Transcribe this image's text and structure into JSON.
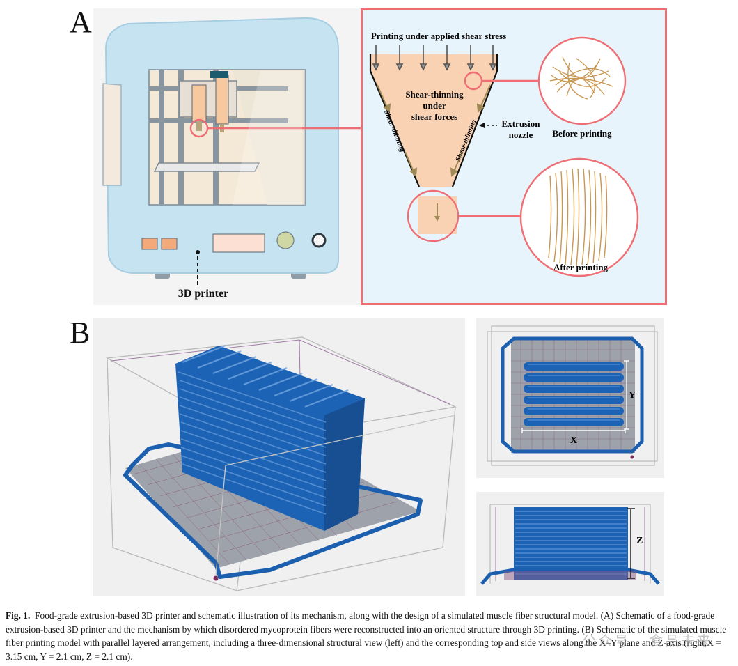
{
  "panels": {
    "a": "A",
    "b": "B"
  },
  "panel_a": {
    "printer_label": "3D printer",
    "top_label": "Printing under applied shear stress",
    "center_text": [
      "Shear-thinning",
      "under",
      "shear forces"
    ],
    "side_text_left": "Shear-thinning",
    "side_text_right": "Shear-thinning",
    "nozzle_label": [
      "Extrusion",
      "nozzle"
    ],
    "before_label": "Before printing",
    "after_label": "After printing"
  },
  "panel_b": {
    "axis_x": "X",
    "axis_y": "Y",
    "axis_z": "Z"
  },
  "caption": {
    "fig": "Fig. 1.",
    "text": "Food-grade extrusion-based 3D printer and schematic illustration of its mechanism, along with the design of a simulated muscle fiber structural model. (A) Schematic of a food-grade extrusion-based 3D printer and the mechanism by which disordered mycoprotein fibers were reconstructed into an oriented structure through 3D printing. (B) Schematic of the simulated muscle fiber printing model with parallel layered arrangement, including a three-dimensional structural view (left) and the corresponding top and side views along the X–Y plane and Z-axis (right,X = 3.15 cm, Y = 2.1 cm, Z = 2.1 cm)."
  },
  "watermark": "公众号 · 食品未来",
  "colors": {
    "accent_red": "#ee6e73",
    "fiber_blue": "#1b5fae",
    "printer_blue": "#c6e3f1",
    "cone_fill": "#f9d2b4"
  }
}
